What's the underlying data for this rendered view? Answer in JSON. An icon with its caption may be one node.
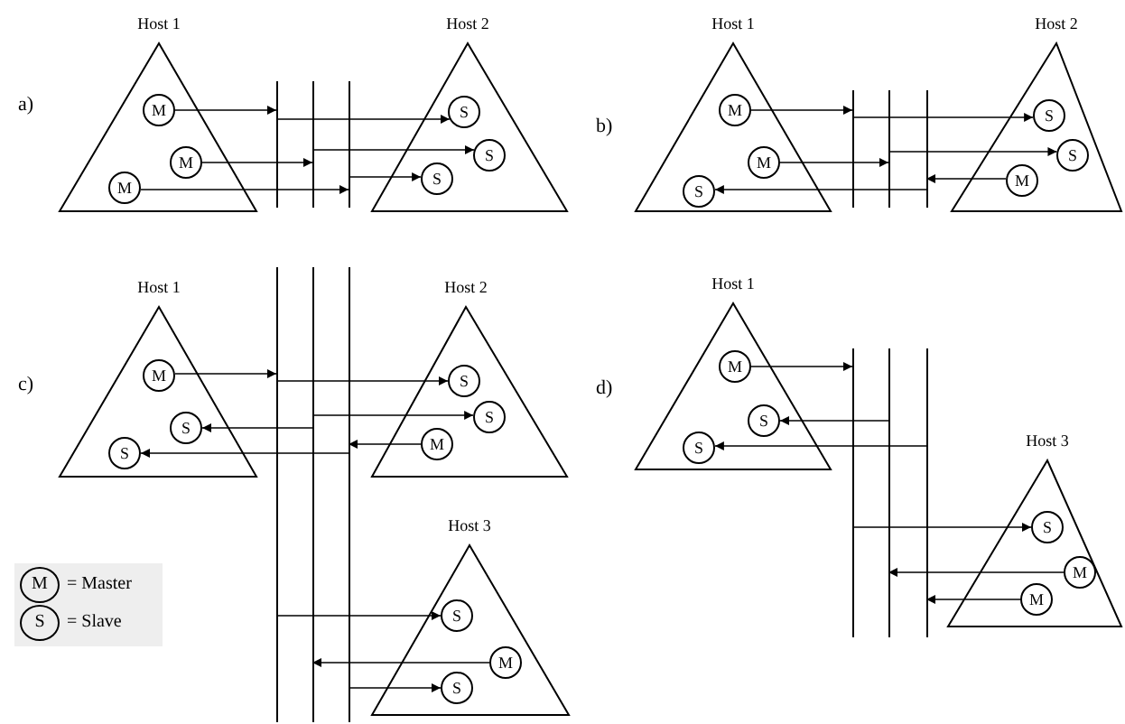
{
  "diagram": {
    "nodes": [
      {
        "text": [
          "Host 1"
        ]
      },
      {
        "text": [
          "M"
        ],
        "in": 0
      },
      {
        "text": [
          "M"
        ],
        "in": 0
      },
      {
        "text": [
          "M"
        ],
        "in": 0
      },
      {
        "text": [],
        "shape": "bar"
      },
      {
        "text": [],
        "shape": "bar"
      },
      {
        "text": [],
        "shape": "bar"
      },
      {
        "text": [
          "Host 2"
        ]
      },
      {
        "text": [
          "S"
        ],
        "in": 7
      },
      {
        "text": [
          "S"
        ],
        "in": 7
      },
      {
        "text": [
          "S"
        ],
        "in": 7
      },
      {
        "text": [
          "Host 1"
        ]
      },
      {
        "text": [
          "M"
        ],
        "in": 11
      },
      {
        "text": [
          "M"
        ],
        "in": 11
      },
      {
        "text": [
          "S"
        ],
        "in": 11
      },
      {
        "text": [],
        "shape": "bar"
      },
      {
        "text": [],
        "shape": "bar"
      },
      {
        "text": [],
        "shape": "bar"
      },
      {
        "text": [
          "Host 2"
        ]
      },
      {
        "text": [
          "S"
        ],
        "in": 18
      },
      {
        "text": [
          "S"
        ],
        "in": 18
      },
      {
        "text": [
          "M"
        ],
        "in": 18
      },
      {
        "text": [
          "Host 1"
        ]
      },
      {
        "text": [
          "M"
        ],
        "in": 22
      },
      {
        "text": [
          "S"
        ],
        "in": 22
      },
      {
        "text": [
          "S"
        ],
        "in": 22
      },
      {
        "text": [],
        "shape": "bar"
      },
      {
        "text": [],
        "shape": "bar"
      },
      {
        "text": [],
        "shape": "bar"
      },
      {
        "text": [
          "Host 2"
        ]
      },
      {
        "text": [
          "S"
        ],
        "in": 29
      },
      {
        "text": [
          "S"
        ],
        "in": 29
      },
      {
        "text": [
          "M"
        ],
        "in": 29
      },
      {
        "text": [
          "Host 3"
        ]
      },
      {
        "text": [
          "S"
        ],
        "in": 33
      },
      {
        "text": [
          "M"
        ],
        "in": 33
      },
      {
        "text": [
          "S"
        ],
        "in": 33
      },
      {
        "text": [
          "Host 1"
        ]
      },
      {
        "text": [
          "M"
        ],
        "in": 37
      },
      {
        "text": [
          "S"
        ],
        "in": 37
      },
      {
        "text": [
          "S"
        ],
        "in": 37
      },
      {
        "text": [],
        "shape": "bar"
      },
      {
        "text": [],
        "shape": "bar"
      },
      {
        "text": [],
        "shape": "bar"
      },
      {
        "text": [
          "Host 3"
        ]
      },
      {
        "text": [
          "S"
        ],
        "in": 44
      },
      {
        "text": [
          "M"
        ],
        "in": 44
      },
      {
        "text": [
          "M"
        ],
        "in": 44
      }
    ],
    "edges": [
      {
        "from": 1,
        "to": 4,
        "arrow": "to"
      },
      {
        "from": 4,
        "to": 8,
        "arrow": "to"
      },
      {
        "from": 2,
        "to": 5,
        "arrow": "to"
      },
      {
        "from": 5,
        "to": 9,
        "arrow": "to"
      },
      {
        "from": 3,
        "to": 6,
        "arrow": "to"
      },
      {
        "from": 6,
        "to": 10,
        "arrow": "to"
      },
      {
        "from": 12,
        "to": 15,
        "arrow": "to"
      },
      {
        "from": 15,
        "to": 19,
        "arrow": "to"
      },
      {
        "from": 13,
        "to": 16,
        "arrow": "to"
      },
      {
        "from": 16,
        "to": 20,
        "arrow": "to"
      },
      {
        "from": 21,
        "to": 17,
        "arrow": "to"
      },
      {
        "from": 17,
        "to": 14,
        "arrow": "to"
      },
      {
        "from": 23,
        "to": 26,
        "arrow": "to"
      },
      {
        "from": 26,
        "to": 30,
        "arrow": "to"
      },
      {
        "from": 27,
        "to": 31,
        "arrow": "to"
      },
      {
        "from": 27,
        "to": 24,
        "arrow": "to"
      },
      {
        "from": 32,
        "to": 28,
        "arrow": "to"
      },
      {
        "from": 28,
        "to": 25,
        "arrow": "to"
      },
      {
        "from": 26,
        "to": 34,
        "arrow": "to"
      },
      {
        "from": 35,
        "to": 27,
        "arrow": "to"
      },
      {
        "from": 28,
        "to": 36,
        "arrow": "to"
      },
      {
        "from": 38,
        "to": 41,
        "arrow": "to"
      },
      {
        "from": 42,
        "to": 39,
        "arrow": "to"
      },
      {
        "from": 43,
        "to": 40,
        "arrow": "to"
      },
      {
        "from": 41,
        "to": 45,
        "arrow": "to"
      },
      {
        "from": 46,
        "to": 42,
        "arrow": "to"
      },
      {
        "from": 47,
        "to": 43,
        "arrow": "to"
      }
    ],
    "labels": [
      "a)",
      "b)",
      "c)",
      "d)",
      "M",
      "S"
    ],
    "legend": [
      {
        "text": "= Master"
      },
      {
        "text": "= Slave"
      }
    ]
  }
}
